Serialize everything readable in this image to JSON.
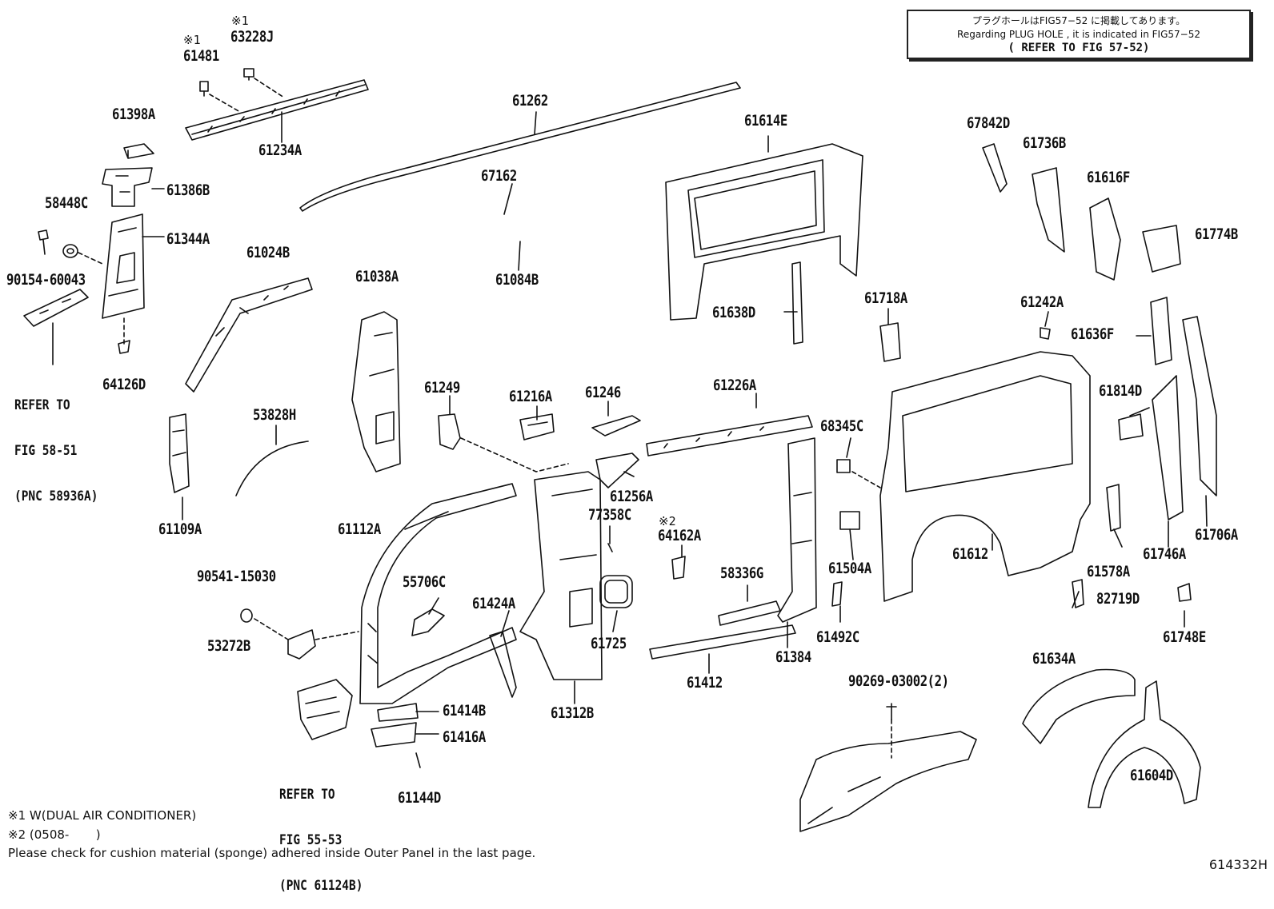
{
  "notice": {
    "line1": "プラグホールはFIG57−52 に掲載してあります。",
    "line2": "Regarding PLUG HOLE , it is indicated in FIG57−52",
    "line3": "( REFER TO FIG 57-52)"
  },
  "marks": {
    "m1": "※1",
    "m2": "※1",
    "m3": "※2"
  },
  "parts": {
    "p61481": "61481",
    "p63228J": "63228J",
    "p61234A": "61234A",
    "p61398A": "61398A",
    "p61386B": "61386B",
    "p58448C": "58448C",
    "p61344A": "61344A",
    "p90154": "90154-60043",
    "p64126D": "64126D",
    "p61262": "61262",
    "p67162": "67162",
    "p61084B": "61084B",
    "p61024B": "61024B",
    "p61038A": "61038A",
    "p61614E": "61614E",
    "p61638D": "61638D",
    "p67842D": "67842D",
    "p61736B": "61736B",
    "p61616F": "61616F",
    "p61774B": "61774B",
    "p61718A": "61718A",
    "p61242A": "61242A",
    "p61636F": "61636F",
    "p61814D": "61814D",
    "p61109A": "61109A",
    "p53828H": "53828H",
    "p61249": "61249",
    "p61216A": "61216A",
    "p61246": "61246",
    "p61226A": "61226A",
    "p68345C": "68345C",
    "p61256A": "61256A",
    "p77358C": "77358C",
    "p64162A": "64162A",
    "p61112A": "61112A",
    "p90541": "90541-15030",
    "p55706C": "55706C",
    "p53272B": "53272B",
    "p61424A": "61424A",
    "p61725": "61725",
    "p58336G": "58336G",
    "p61504A": "61504A",
    "p61612": "61612",
    "p61578A": "61578A",
    "p82719D": "82719D",
    "p61746A": "61746A",
    "p61706A": "61706A",
    "p61748E": "61748E",
    "p61412": "61412",
    "p61384": "61384",
    "p61492C": "61492C",
    "p61312B": "61312B",
    "p61414B": "61414B",
    "p61416A": "61416A",
    "p61144D": "61144D",
    "p90269": "90269-03002(2)",
    "p61634A": "61634A",
    "p61604D": "61604D"
  },
  "refs": {
    "r1_l1": "REFER TO",
    "r1_l2": "FIG 58-51",
    "r1_l3": "(PNC 58936A)",
    "r2_l1": "REFER TO",
    "r2_l2": "FIG 55-53",
    "r2_l3": "(PNC 61124B)"
  },
  "footnotes": {
    "f1": "※1 W(DUAL AIR CONDITIONER)",
    "f2": "※2 (0508-       )",
    "f3": "Please check for cushion material (sponge) adhered inside Outer Panel in the last page."
  },
  "figure_id": "614332H"
}
